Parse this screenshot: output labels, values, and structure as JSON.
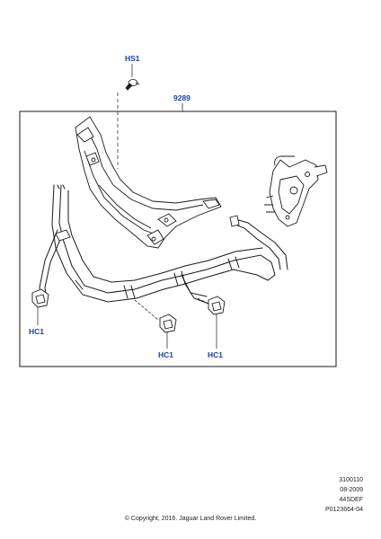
{
  "callouts": {
    "hs1": "HS1",
    "part_9289": "9289",
    "hc1_left": "HC1",
    "hc1_middle": "HC1",
    "hc1_right": "HC1"
  },
  "footer": {
    "code_1": "3100110",
    "code_2": "08-2009",
    "code_3": "44SDEF",
    "code_4": "P0123664-04",
    "copyright": "© Copyright, 2016. Jaguar Land Rover Limited."
  },
  "colors": {
    "callout_text": "#1a3fb0",
    "line_art": "#1a1a1a"
  }
}
